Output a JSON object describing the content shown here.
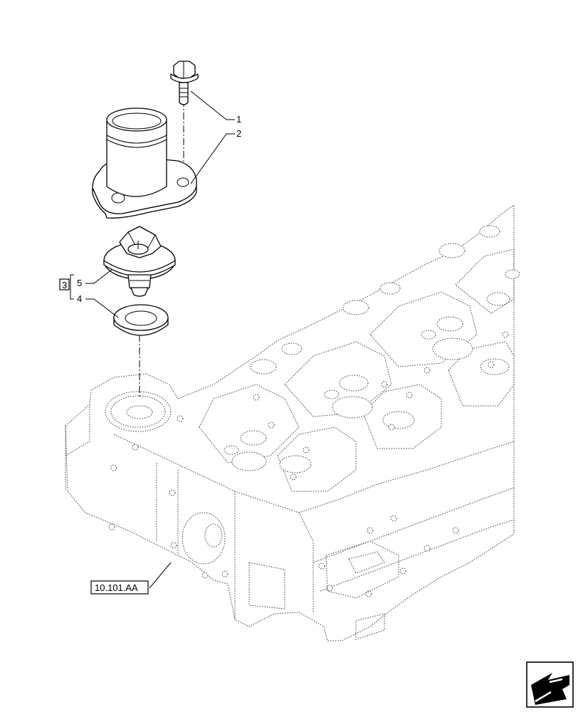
{
  "callouts": {
    "item1": "1",
    "item2": "2",
    "item5": "5",
    "item4": "4",
    "kit": "3"
  },
  "reference": {
    "label": "10.101.AA"
  },
  "nav": {
    "icon": "arrow-return-icon"
  }
}
